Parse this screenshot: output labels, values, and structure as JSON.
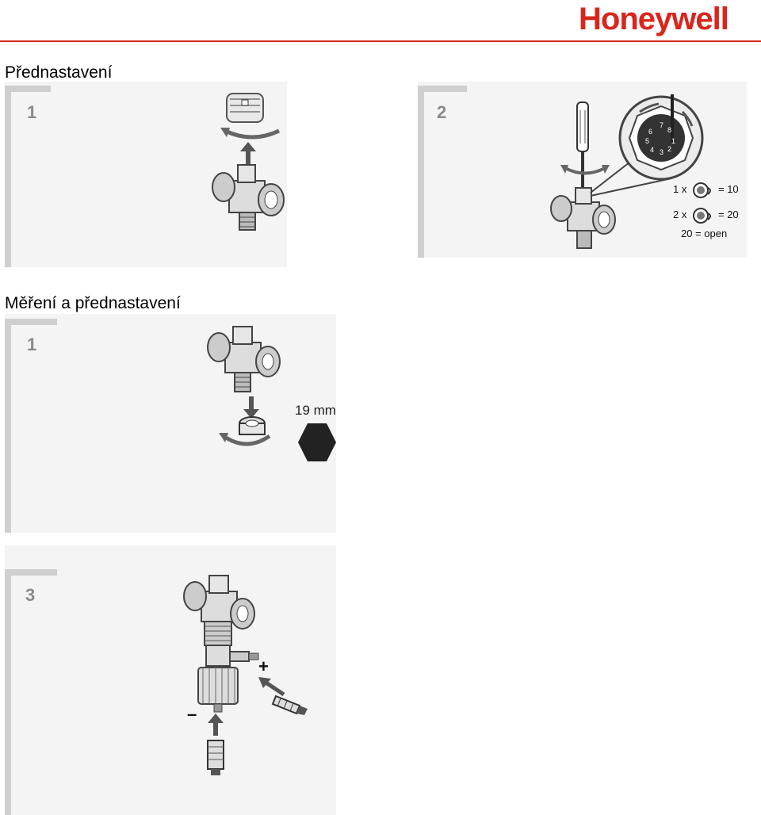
{
  "header": {
    "brand": "Honeywell",
    "brand_color": "#d9261c"
  },
  "sections": [
    {
      "title": "Přednastavení"
    },
    {
      "title": "Měření a přednastavení"
    }
  ],
  "steps": {
    "preset_1": "1",
    "preset_2": "2",
    "measure_1": "1",
    "measure_3": "3"
  },
  "preset_legend": {
    "line1_prefix": "1 x",
    "line1_suffix": "= 10",
    "line2_prefix": "2 x",
    "line2_suffix": "= 20",
    "line3": "20 = open"
  },
  "dial_digits": [
    "1",
    "2",
    "3",
    "4",
    "5",
    "6",
    "7",
    "8"
  ],
  "wrench_size": "19 mm",
  "measure_signs": {
    "plus": "+",
    "minus": "–"
  },
  "icons": [
    "rotate-arrow-icon",
    "up-arrow-icon",
    "down-arrow-icon",
    "screwdriver-icon",
    "hexagon-icon"
  ]
}
